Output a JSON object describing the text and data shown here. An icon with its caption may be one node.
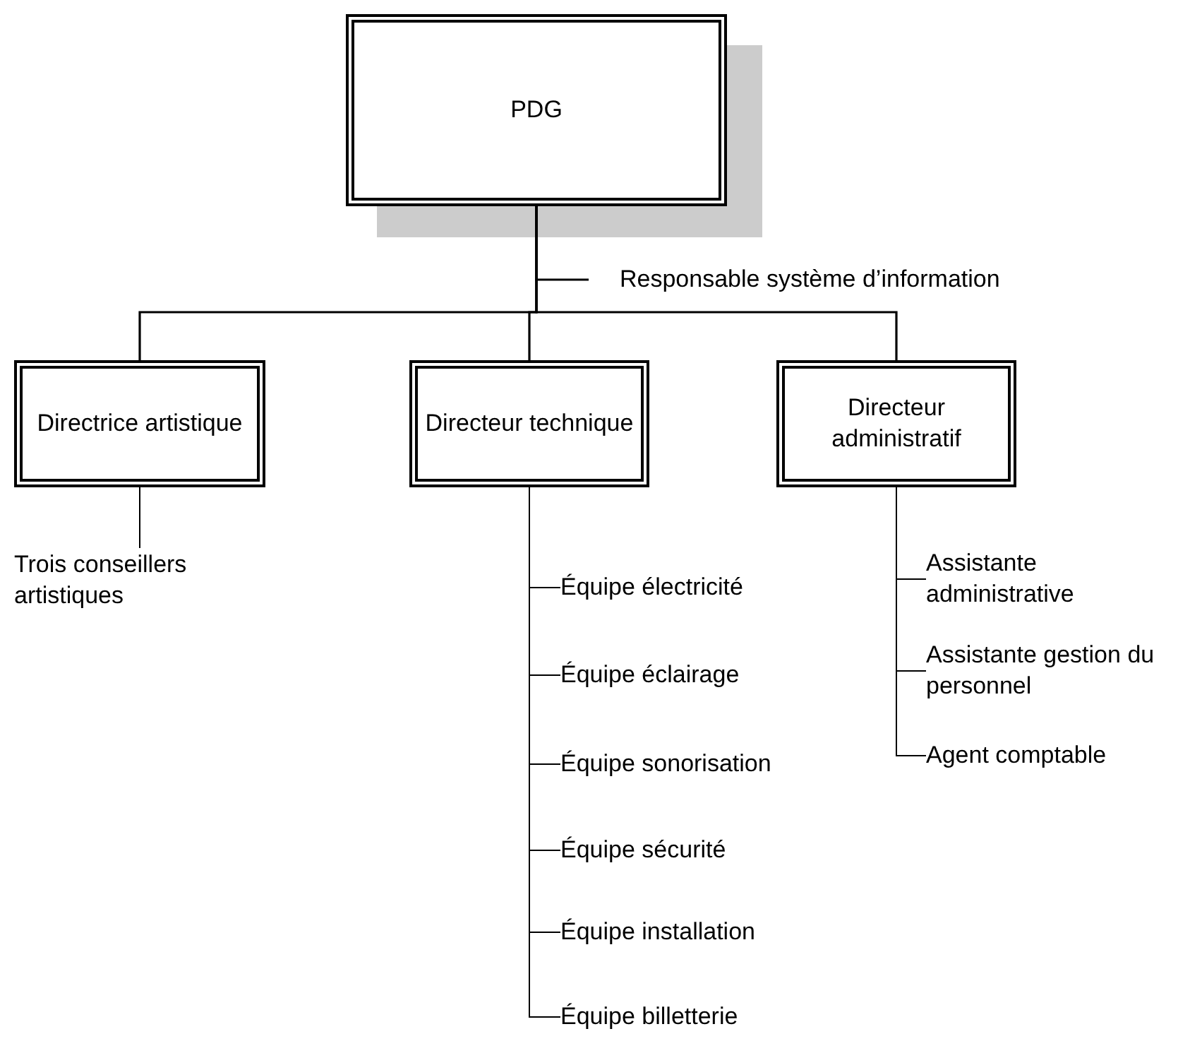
{
  "diagram": {
    "nodes": [
      {
        "text": [
          "PDG"
        ]
      },
      {
        "text": [
          "Responsable système d’information"
        ]
      },
      {
        "text": [
          "Directrice artistique"
        ]
      },
      {
        "text": [
          "Directeur technique"
        ]
      },
      {
        "text": [
          "Directeur administratif"
        ]
      },
      {
        "text": [
          "Trois conseillers artistiques"
        ]
      },
      {
        "text": [
          "Équipe électricité"
        ]
      },
      {
        "text": [
          "Équipe éclairage"
        ]
      },
      {
        "text": [
          "Équipe sonorisation"
        ]
      },
      {
        "text": [
          "Équipe sécurité"
        ]
      },
      {
        "text": [
          "Équipe installation"
        ]
      },
      {
        "text": [
          "Équipe billetterie"
        ]
      },
      {
        "text": [
          "Assistante administrative"
        ]
      },
      {
        "text": [
          "Assistante gestion du personnel"
        ]
      },
      {
        "text": [
          "Agent comptable"
        ]
      }
    ],
    "edges": [
      {
        "from": 0,
        "to": 1,
        "arrow": "none"
      },
      {
        "from": 0,
        "to": 2,
        "arrow": "none"
      },
      {
        "from": 0,
        "to": 3,
        "arrow": "none"
      },
      {
        "from": 0,
        "to": 4,
        "arrow": "none"
      },
      {
        "from": 2,
        "to": 5,
        "arrow": "none"
      },
      {
        "from": 3,
        "to": 6,
        "arrow": "none"
      },
      {
        "from": 3,
        "to": 7,
        "arrow": "none"
      },
      {
        "from": 3,
        "to": 8,
        "arrow": "none"
      },
      {
        "from": 3,
        "to": 9,
        "arrow": "none"
      },
      {
        "from": 3,
        "to": 10,
        "arrow": "none"
      },
      {
        "from": 3,
        "to": 11,
        "arrow": "none"
      },
      {
        "from": 4,
        "to": 12,
        "arrow": "none"
      },
      {
        "from": 4,
        "to": 13,
        "arrow": "none"
      },
      {
        "from": 4,
        "to": 14,
        "arrow": "none"
      }
    ]
  }
}
